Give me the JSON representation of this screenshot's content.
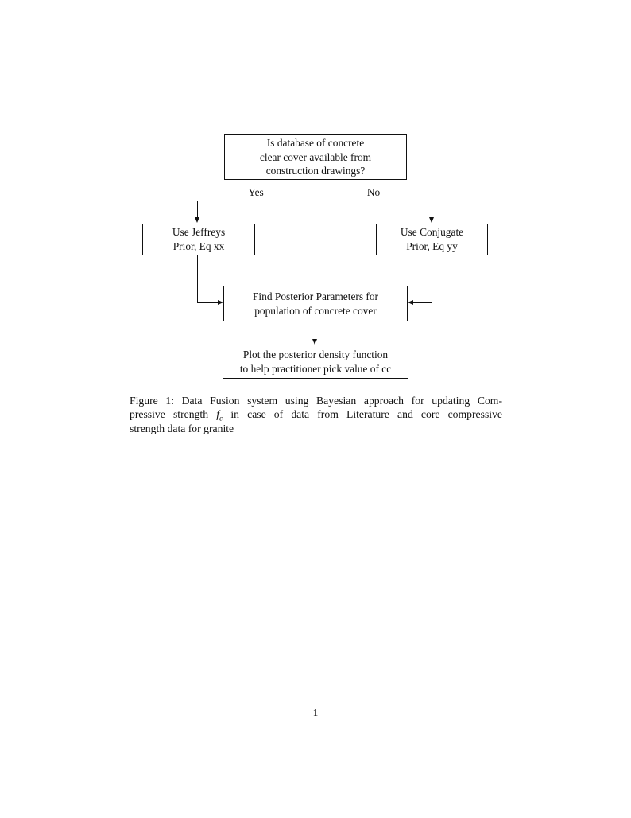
{
  "figure": {
    "nodes": {
      "question": {
        "lines": [
          "Is database of concrete",
          "clear cover available from",
          "construction drawings?"
        ]
      },
      "jeffreys": {
        "lines": [
          "Use Jeffreys",
          "Prior, Eq xx"
        ]
      },
      "conjugate": {
        "lines": [
          "Use Conjugate",
          "Prior, Eq yy"
        ]
      },
      "posterior": {
        "lines": [
          "Find Posterior Parameters for",
          "population of concrete cover"
        ]
      },
      "plot": {
        "lines": [
          "Plot the posterior density function",
          "to help practitioner pick value of cc"
        ]
      }
    },
    "branch_labels": {
      "yes": "Yes",
      "no": "No"
    }
  },
  "caption": {
    "line1": "Figure 1: Data Fusion system using Bayesian approach for updating Com-",
    "line2_pre": "pressive strength",
    "math_symbol": "f",
    "math_subscript": "c",
    "line2_post": "in case of data from Literature and core compressive",
    "line3": "strength data for granite"
  },
  "page": {
    "number": "1"
  },
  "colors": {
    "ink": "#111111",
    "background": "#ffffff"
  }
}
